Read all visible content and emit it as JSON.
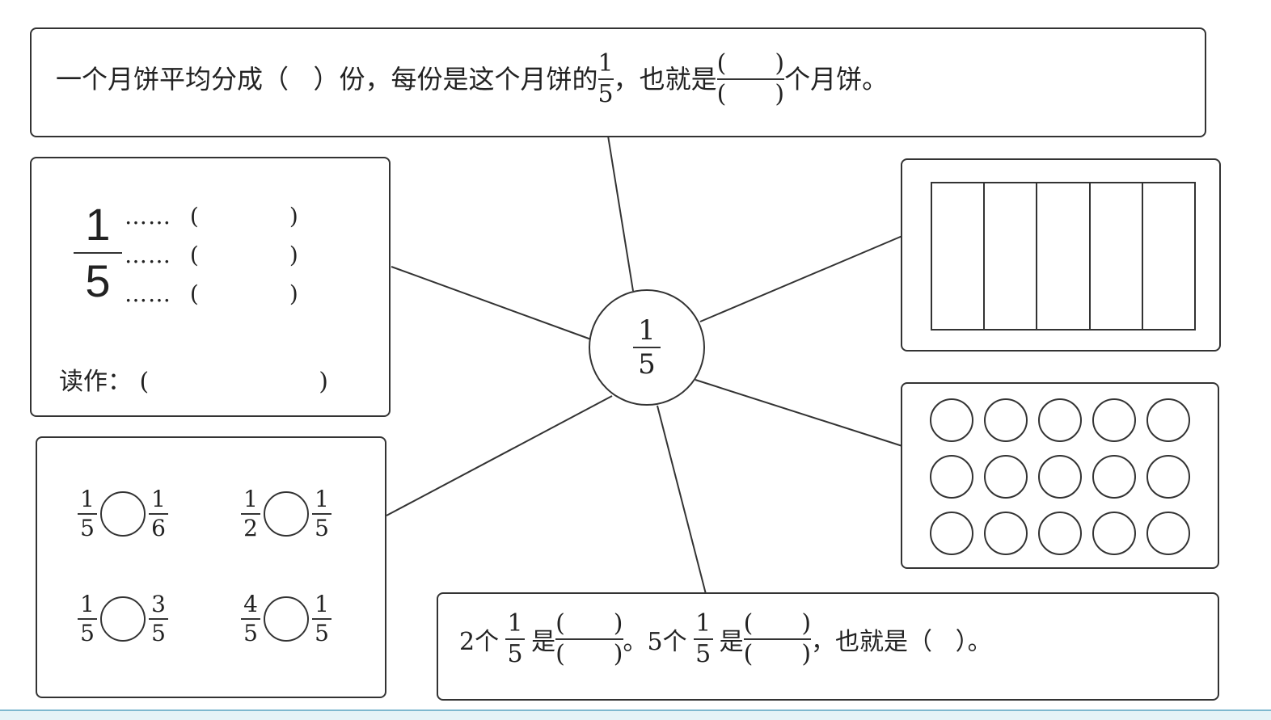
{
  "top": {
    "part1": "一个月饼平均分成（",
    "part2": "）份，每份是这个月饼的",
    "frac_num": "1",
    "frac_den": "5",
    "part3": "，也就是",
    "blank_num": "(　　)",
    "blank_den": "(　　)",
    "part4": "个月饼。"
  },
  "center": {
    "num": "1",
    "den": "5"
  },
  "left_box": {
    "num": "1",
    "den": "5",
    "dots": "……",
    "blank": "(　　　　)",
    "read_label": "读作：",
    "read_blank": "(　　　　　　　)"
  },
  "compare": [
    {
      "a_num": "1",
      "a_den": "5",
      "b_num": "1",
      "b_den": "6"
    },
    {
      "a_num": "1",
      "a_den": "2",
      "b_num": "1",
      "b_den": "5"
    },
    {
      "a_num": "1",
      "a_den": "5",
      "b_num": "3",
      "b_den": "5"
    },
    {
      "a_num": "4",
      "a_den": "5",
      "b_num": "1",
      "b_den": "5"
    }
  ],
  "bottom": {
    "p1": "2个",
    "f_num": "1",
    "f_den": "5",
    "p2": "是",
    "blank_num": "(　　)",
    "blank_den": "(　　)",
    "p3": "。5个",
    "p4": "是",
    "p5": "，也就是（",
    "p6": "）。"
  },
  "grid": {
    "rect_count": 5,
    "circle_rows": 3,
    "circle_cols": 5
  }
}
